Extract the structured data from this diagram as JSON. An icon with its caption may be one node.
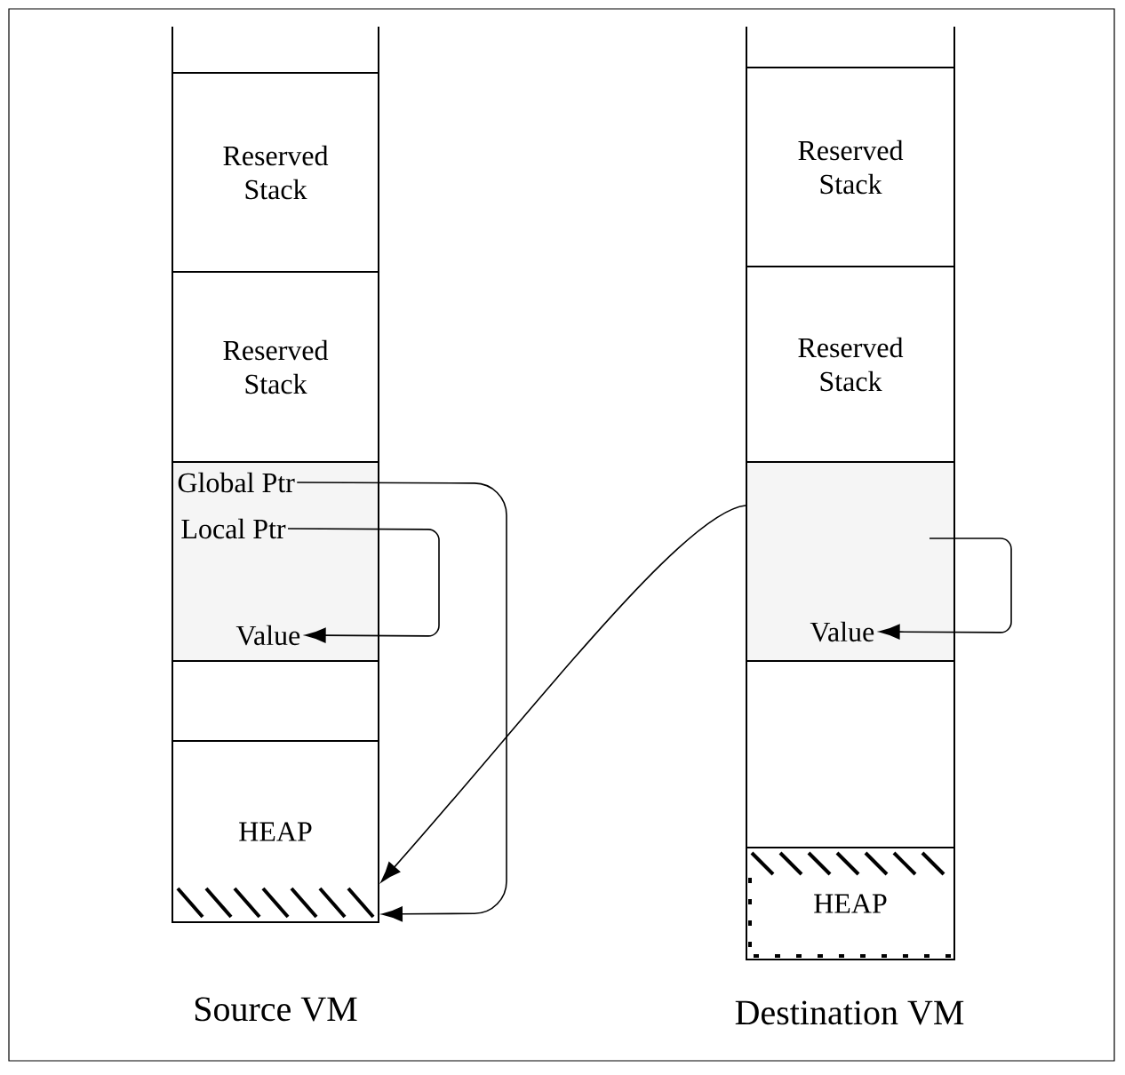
{
  "diagram": {
    "nodes": [
      {
        "text": [
          "Reserved Stack"
        ]
      },
      {
        "text": [
          "Reserved Stack"
        ]
      },
      {
        "text": [],
        "shape": "box"
      },
      {
        "text": [
          "Global Ptr"
        ],
        "in": 2
      },
      {
        "text": [
          "Local Ptr"
        ],
        "in": 2
      },
      {
        "text": [
          "Value"
        ],
        "in": 2
      },
      {
        "text": [],
        "shape": "box"
      },
      {
        "text": [
          "HEAP"
        ]
      },
      {
        "text": [
          "Reserved Stack"
        ]
      },
      {
        "text": [
          "Reserved Stack"
        ]
      },
      {
        "text": [],
        "shape": "box"
      },
      {
        "text": [
          "Value"
        ],
        "in": 10
      },
      {
        "text": [],
        "shape": "box"
      },
      {
        "text": [
          "HEAP"
        ]
      }
    ],
    "edges": [
      {
        "from": 3,
        "to": 7,
        "arrow": "to"
      },
      {
        "from": 4,
        "to": 5,
        "arrow": "to"
      },
      {
        "from": null,
        "to": 11,
        "arrow": "to"
      },
      {
        "from": 10,
        "to": 7,
        "arrow": "to"
      }
    ],
    "labels": [
      "Source VM",
      "Destination VM"
    ]
  }
}
